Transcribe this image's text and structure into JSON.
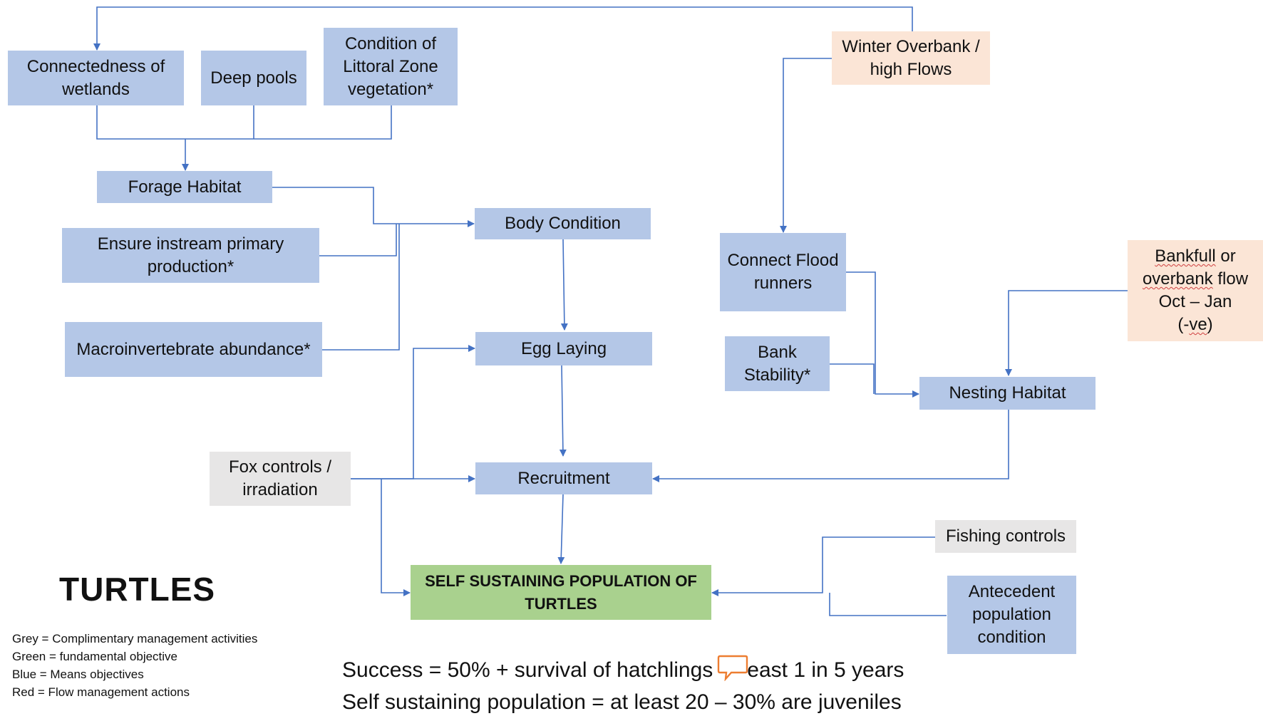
{
  "nodes": {
    "connectedness": "Connectedness of wetlands",
    "deep_pools": "Deep pools",
    "littoral": "Condition of Littoral Zone vegetation*",
    "winter": "Winter Overbank / high Flows",
    "forage": "Forage Habitat",
    "instream": "Ensure instream primary production*",
    "macro": "Macroinvertebrate abundance*",
    "body": "Body Condition",
    "egg": "Egg Laying",
    "recruitment": "Recruitment",
    "flood_runners": "Connect Flood runners",
    "bank": "Bank Stability*",
    "nesting": "Nesting Habitat",
    "bankfull": {
      "line1": "Bankfull",
      "line1b": " or",
      "line2": "overbank",
      "line2b": " flow",
      "line3": "Oct – Jan",
      "line4a": "(-",
      "line4b": "ve",
      "line4c": ")"
    },
    "fox": "Fox controls / irradiation",
    "self_sustaining": "SELF SUSTAINING POPULATION OF TURTLES",
    "fishing": "Fishing controls",
    "antecedent": "Antecedent population condition"
  },
  "title": "TURTLES",
  "legend": [
    "Grey = Complimentary management activities",
    "Green = fundamental objective",
    "Blue = Means objectives",
    "Red = Flow management actions"
  ],
  "notes": {
    "line1_a": "Success = 50% + survival of hatchlings",
    "line1_b": "east 1 in 5 years",
    "line2": "Self sustaining population = at least 20 – 30% are juveniles"
  },
  "colors": {
    "means_objective": "#b4c7e7",
    "fundamental_objective": "#a9d18e",
    "complementary_activity": "#e7e6e6",
    "flow_action": "#fbe5d6",
    "connector": "#4472c4",
    "comment_icon": "#ed7d31"
  },
  "icons": [
    "comment-icon"
  ]
}
